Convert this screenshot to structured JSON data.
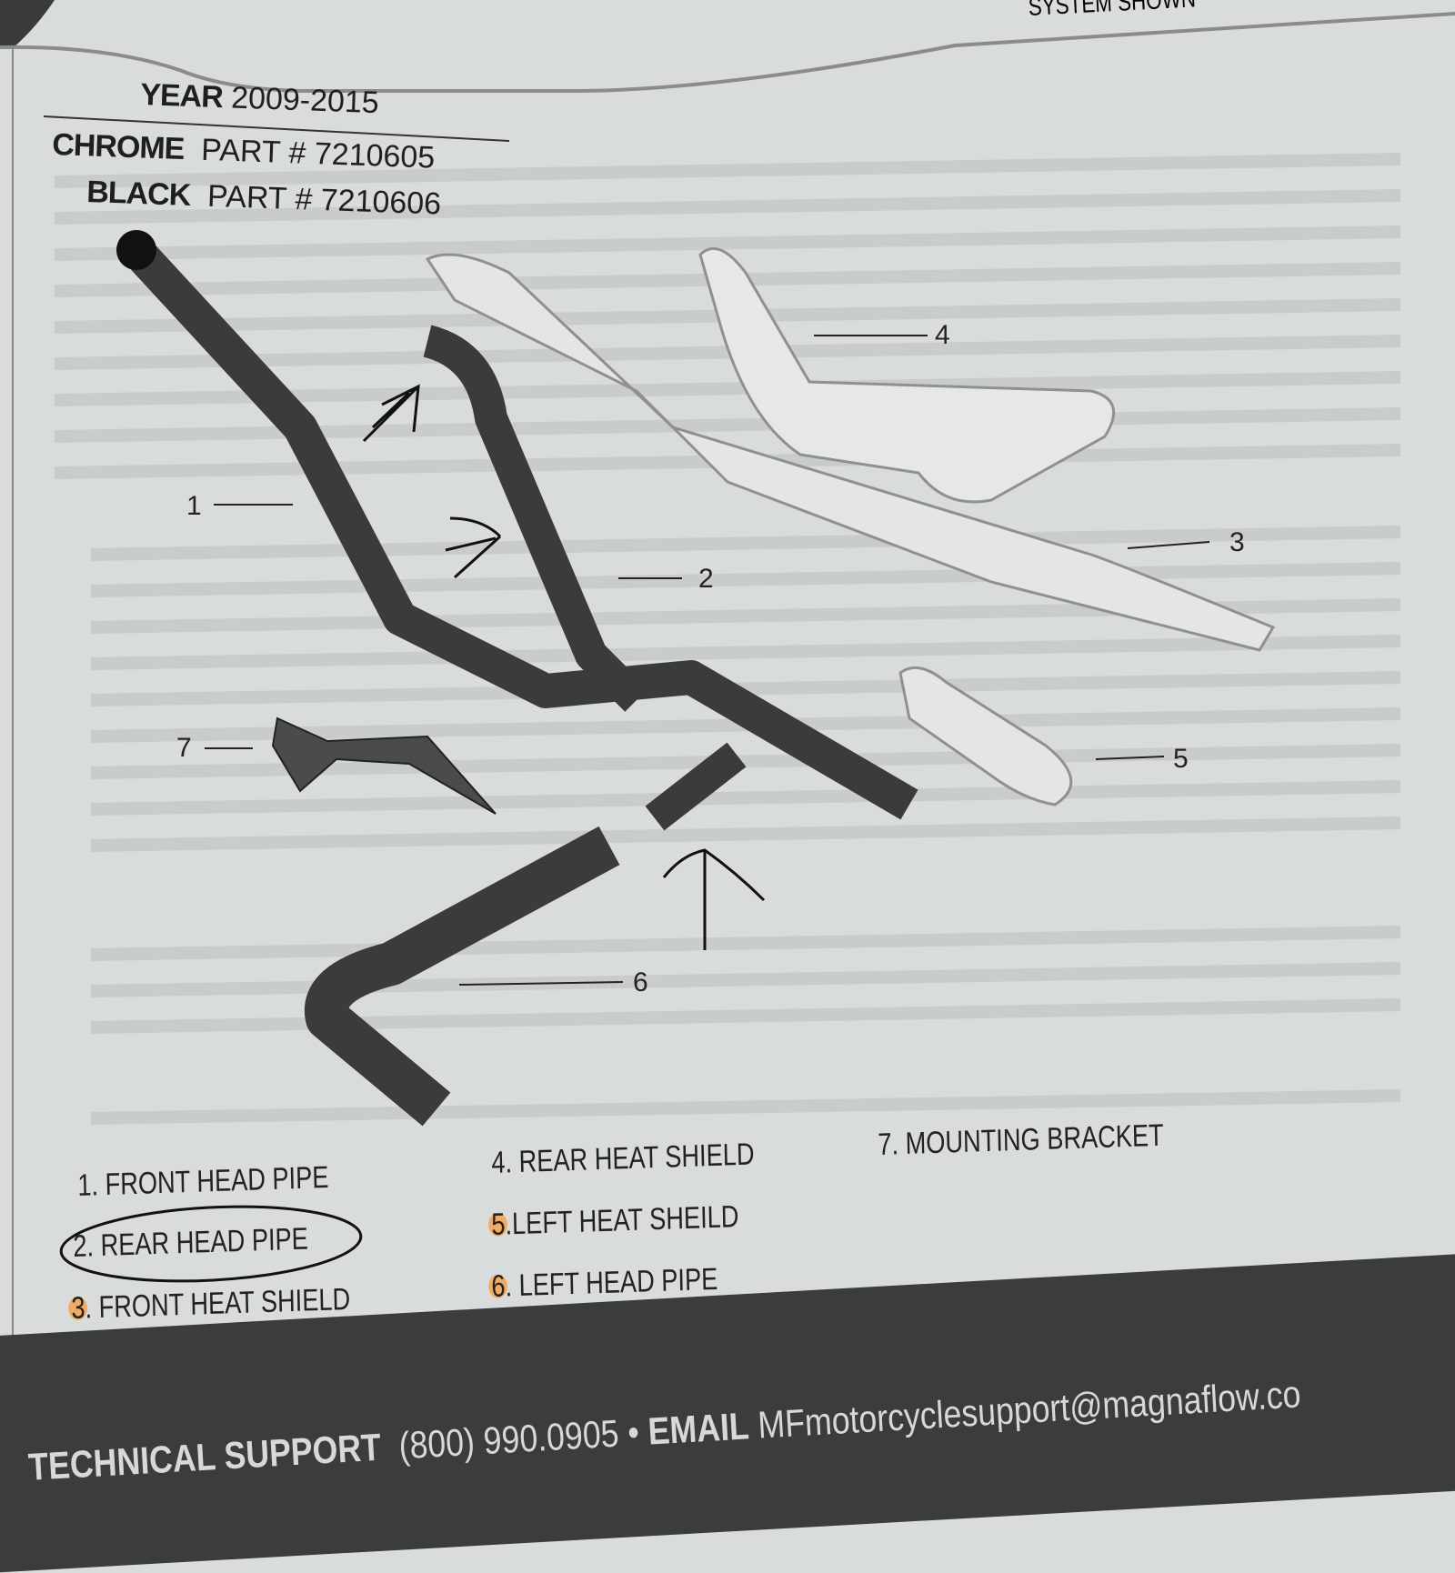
{
  "header_corner_text": "SYSTEM SHOWN",
  "spec": {
    "year_label": "YEAR",
    "year_value": "2009-2015",
    "chrome_label": "CHROME",
    "chrome_part": "PART # 7210605",
    "black_label": "BLACK",
    "black_part": "PART # 7210606"
  },
  "callouts": [
    "1",
    "2",
    "3",
    "4",
    "5",
    "6",
    "7"
  ],
  "legend": [
    {
      "num": "1.",
      "label": "FRONT HEAD PIPE",
      "highlight": false
    },
    {
      "num": "2.",
      "label": "REAR HEAD PIPE",
      "circled": true
    },
    {
      "num": "3.",
      "label": "FRONT HEAT SHIELD",
      "highlight": true
    },
    {
      "num": "4.",
      "label": "REAR HEAT SHIELD",
      "highlight": false
    },
    {
      "num": "5.",
      "label": "LEFT HEAT SHEILD",
      "highlight": true
    },
    {
      "num": "6.",
      "label": "LEFT HEAD PIPE",
      "highlight": true
    },
    {
      "num": "7.",
      "label": "MOUNTING BRACKET",
      "highlight": false
    }
  ],
  "footer": {
    "support_label": "TECHNICAL SUPPORT",
    "phone": "(800) 990.0905",
    "separator": "•",
    "email_label": "EMAIL",
    "email": "MFmotorcyclesupport@magnaflow.co"
  },
  "colors": {
    "paper": "#d9dcdc",
    "ink": "#222222",
    "footer": "#3b3c3d",
    "highlight": "#f5a34b"
  }
}
